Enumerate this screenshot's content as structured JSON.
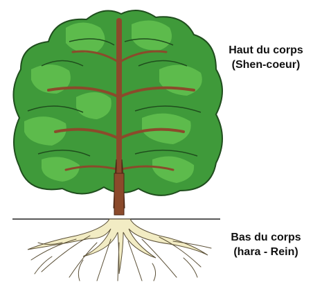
{
  "upper_body": {
    "line1": "Haut du corps",
    "line2": "(Shen-coeur)"
  },
  "lower_body": {
    "line1": "Bas du corps",
    "line2": "(hara - Rein)"
  },
  "colors": {
    "foliage": "#3f9a3a",
    "foliage_light": "#5dbb4c",
    "foliage_outline": "#1f4d1d",
    "trunk": "#8b4a2b",
    "roots": "#f2ecc4",
    "root_outline": "#5a4f36",
    "ground_line": "#222222"
  }
}
